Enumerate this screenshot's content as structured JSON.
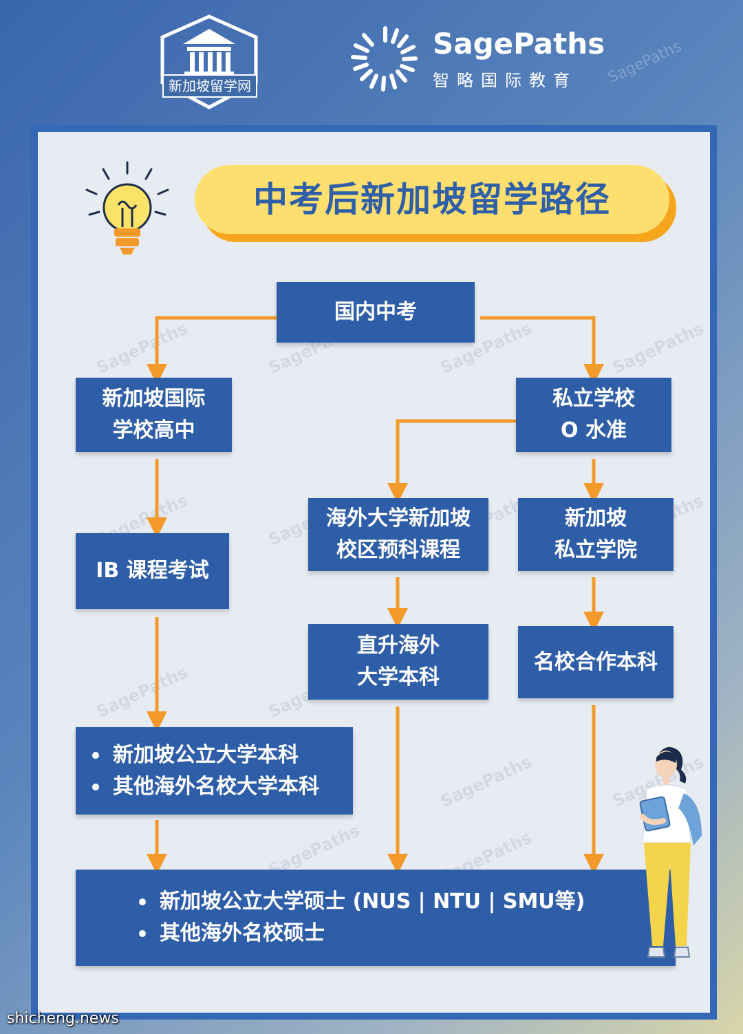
{
  "header": {
    "left_logo_text": "新加坡留学网",
    "brand_name": "SagePaths",
    "brand_sub": "智略国际教育",
    "watermark": "SagePaths"
  },
  "title": "中考后新加坡留学路径",
  "nodes": {
    "start": "国内中考",
    "intl_high": "新加坡国际\n学校高中",
    "ib": "IB 课程考试",
    "private_o": "私立学校\nO 水准",
    "overseas_prep": "海外大学新加坡\n校区预科课程",
    "private_college": "新加坡\n私立学院",
    "direct_overseas": "直升海外\n大学本科",
    "partner_degree": "名校合作本科",
    "undergrad_items": [
      "新加坡公立大学本科",
      "其他海外名校大学本科"
    ],
    "master_items": [
      "新加坡公立大学硕士 (NUS | NTU | SMU等)",
      "其他海外名校硕士"
    ]
  },
  "colors": {
    "box": "#2f5ea8",
    "arrow": "#f39a2a",
    "title_bg": "#fcdf6e",
    "title_shadow": "#f6a61c",
    "title_text": "#2f5fa6",
    "panel_border": "#3468b6"
  },
  "footer": "shicheng.news"
}
